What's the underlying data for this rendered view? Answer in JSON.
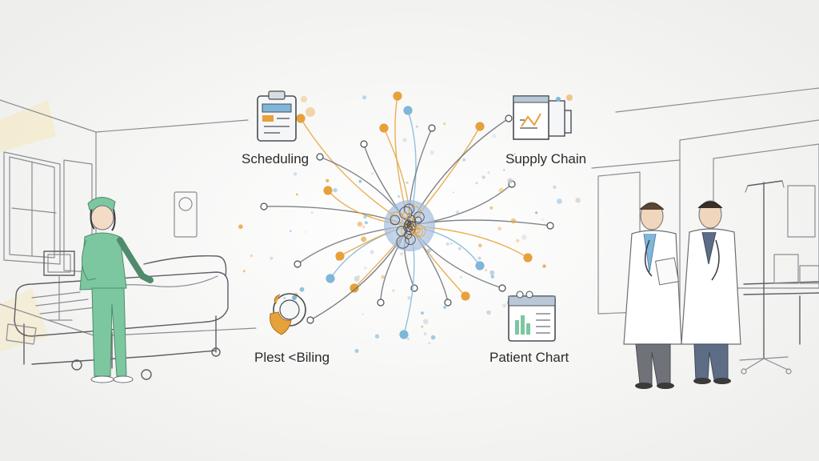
{
  "labels": {
    "scheduling": "Scheduling",
    "supply_chain": "Supply Chain",
    "billing": "Plest <Biling",
    "patient_chart": "Patient Chart"
  },
  "colors": {
    "accent_orange": "#e7a13a",
    "accent_blue": "#7fb6d9",
    "sketch_gray": "#6b6e73",
    "scrubs_green": "#7cc7a0",
    "core_blue": "#8fb0d6"
  },
  "icons": {
    "scheduling": "clipboard-icon",
    "supply_chain": "supply-folder-icon",
    "billing": "billing-pump-icon",
    "patient_chart": "patient-chart-icon"
  }
}
